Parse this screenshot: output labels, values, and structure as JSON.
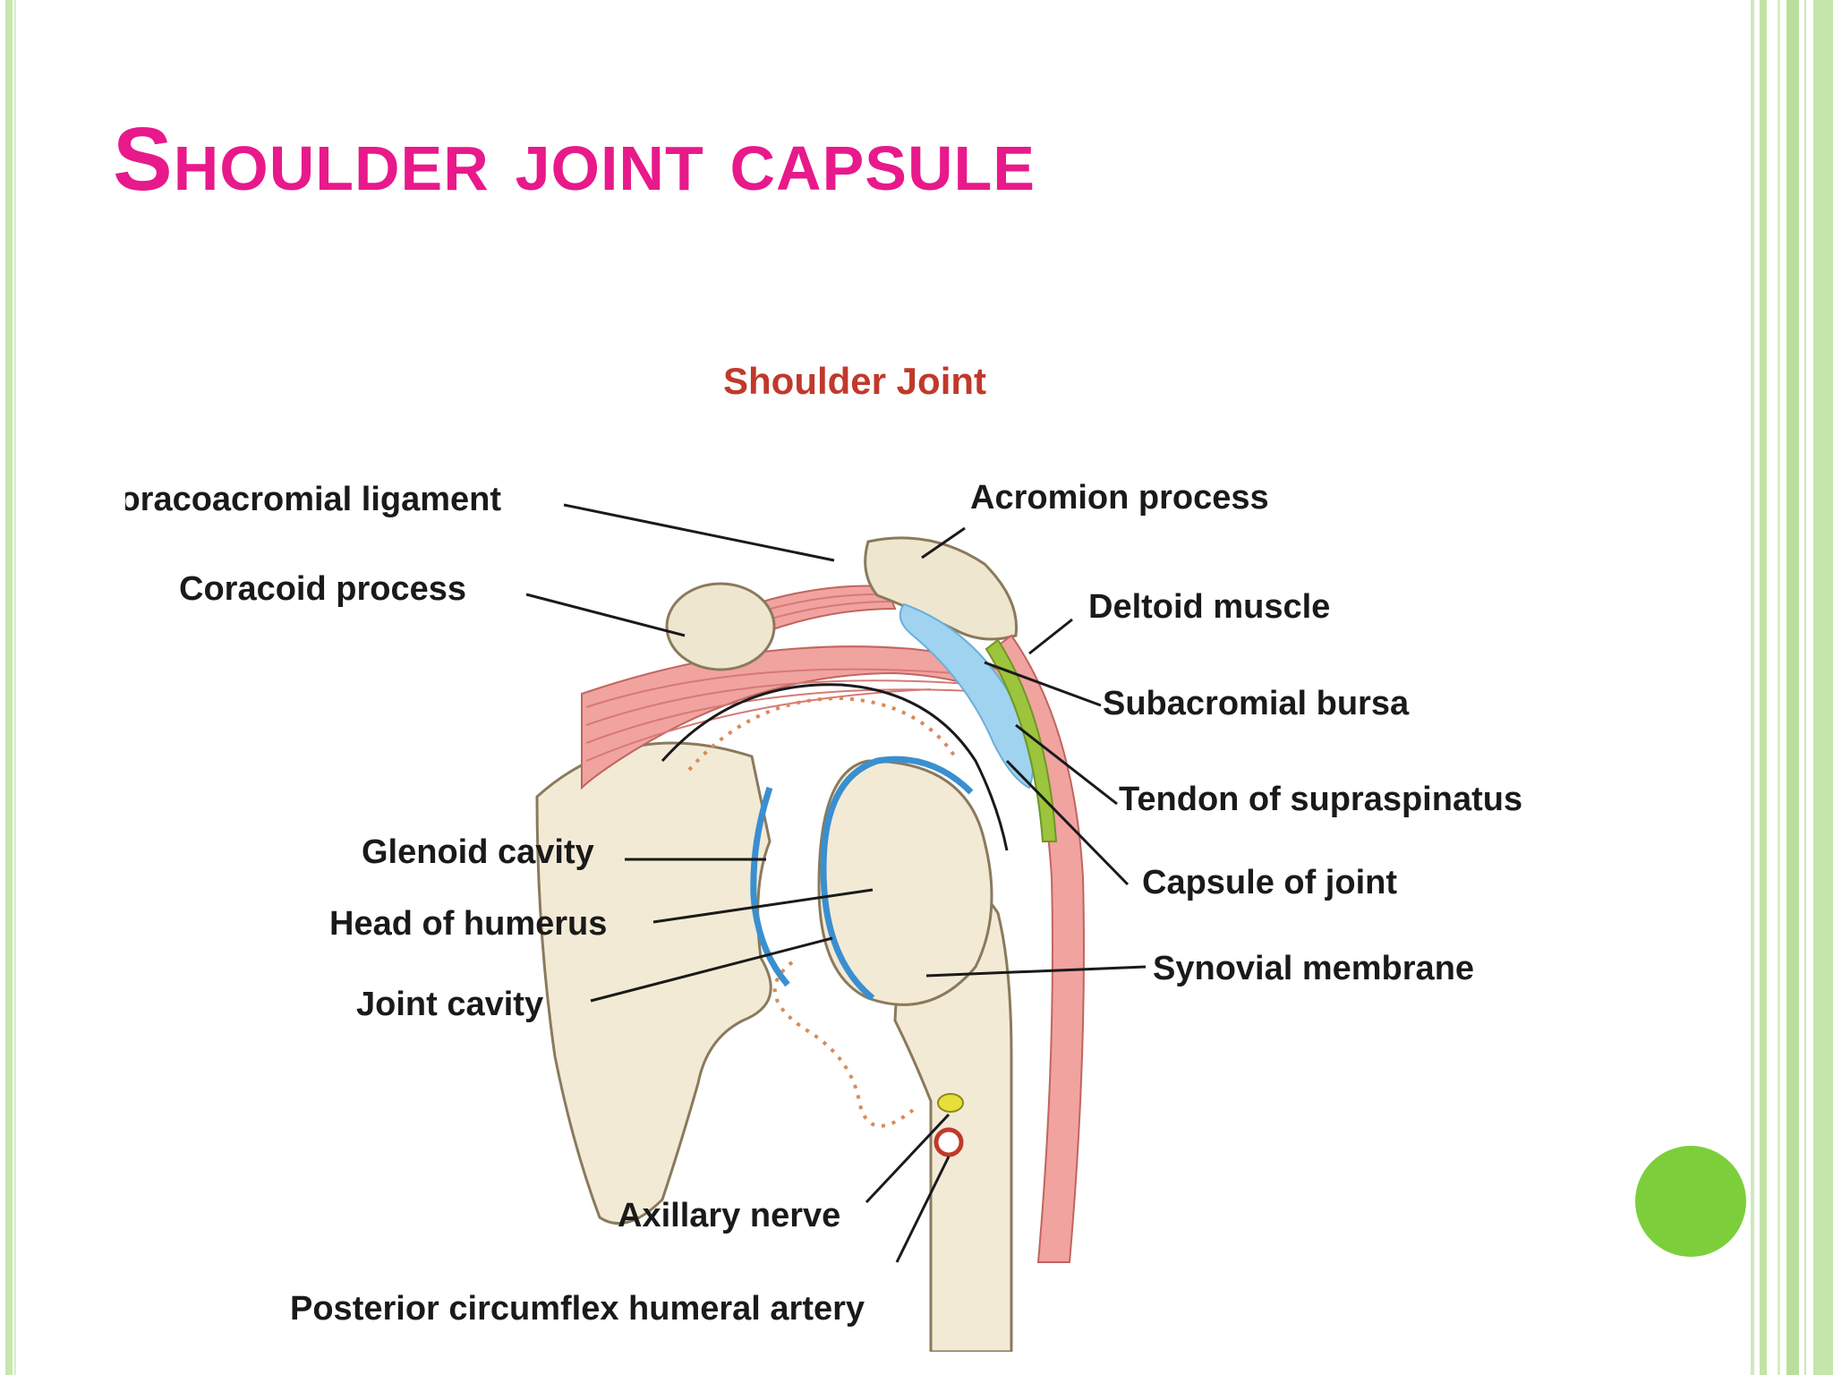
{
  "slide": {
    "title": "Shoulder joint capsule"
  },
  "diagram": {
    "title": "Shoulder Joint",
    "labels": {
      "coracoacromial_ligament": "Coracoacromial ligament",
      "coracoid_process": "Coracoid process",
      "acromion_process": "Acromion process",
      "deltoid_muscle": "Deltoid muscle",
      "subacromial_bursa": "Subacromial bursa",
      "tendon_supraspinatus": "Tendon of supraspinatus",
      "capsule_of_joint": "Capsule of joint",
      "synovial_membrane": "Synovial membrane",
      "glenoid_cavity": "Glenoid cavity",
      "head_of_humerus": "Head of humerus",
      "joint_cavity": "Joint cavity",
      "axillary_nerve": "Axillary nerve",
      "posterior_circumflex_artery": "Posterior circumflex humeral artery"
    }
  },
  "colors": {
    "title": "#e8198b",
    "diagram_title": "#c0392b",
    "bone": "#f3ead6",
    "muscle": "#f1a3a0",
    "bursa": "#9fd3f0",
    "deltoid_tendon": "#9cc43c",
    "cartilage": "#3a8fd0",
    "accent_dot": "#7ccf3b"
  }
}
